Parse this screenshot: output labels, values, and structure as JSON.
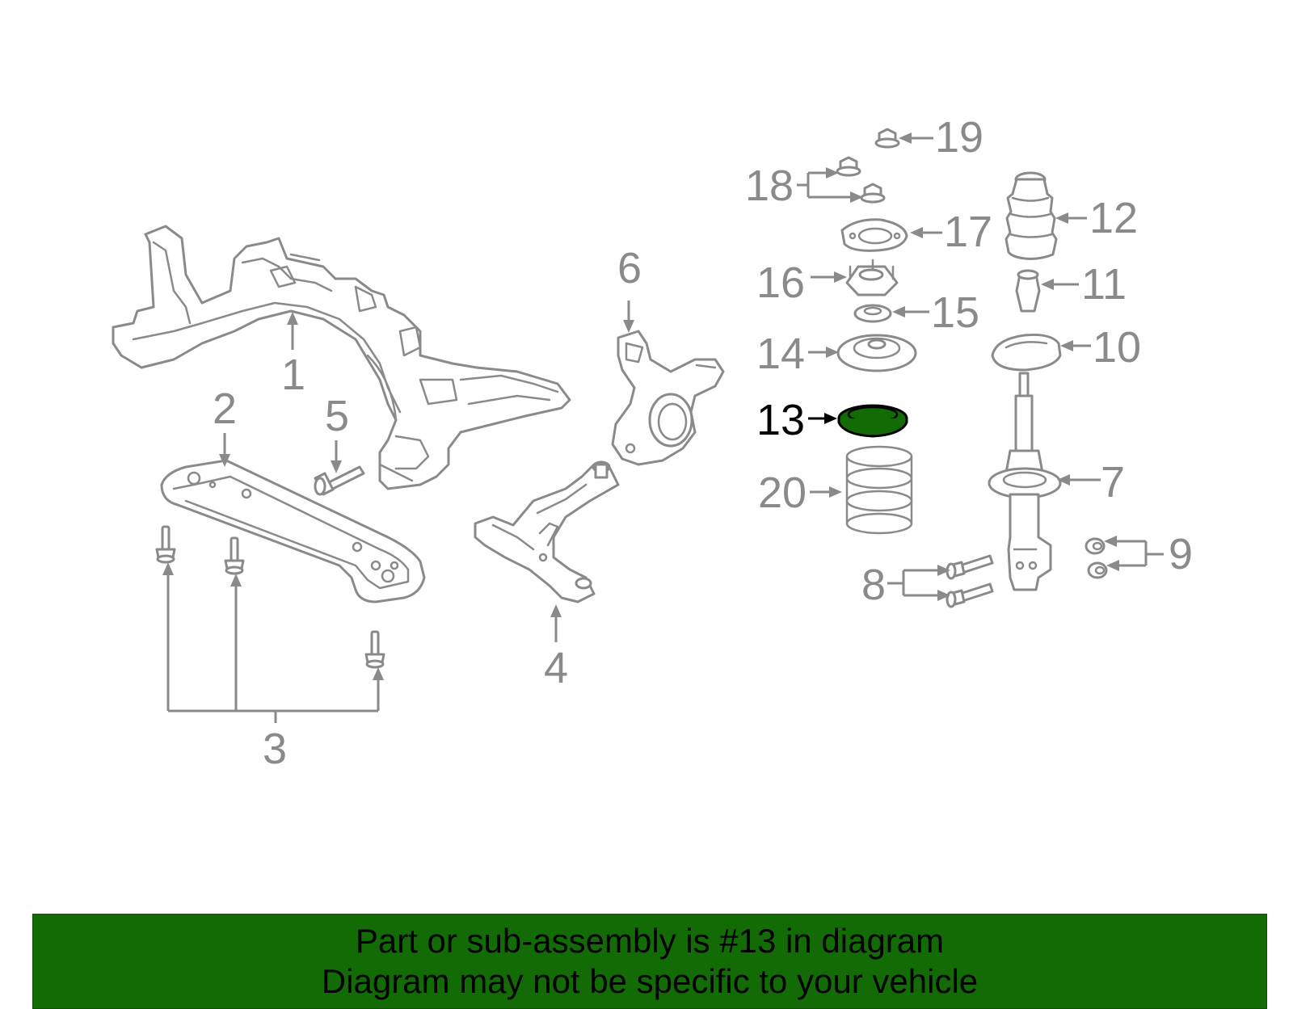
{
  "diagram": {
    "highlighted_part": "13",
    "labels": {
      "p1": "1",
      "p2": "2",
      "p3": "3",
      "p4": "4",
      "p5": "5",
      "p6": "6",
      "p7": "7",
      "p8": "8",
      "p9": "9",
      "p10": "10",
      "p11": "11",
      "p12": "12",
      "p13": "13",
      "p14": "14",
      "p15": "15",
      "p16": "16",
      "p17": "17",
      "p18": "18",
      "p19": "19",
      "p20": "20"
    }
  },
  "colors": {
    "line_art": "#8a8a8a",
    "highlight_fill": "#136b06",
    "banner_background": "#136b06",
    "banner_text": "#000000"
  },
  "banner": {
    "line1": "Part or sub-assembly is #13 in diagram",
    "line2": "Diagram may not be specific to your vehicle"
  }
}
